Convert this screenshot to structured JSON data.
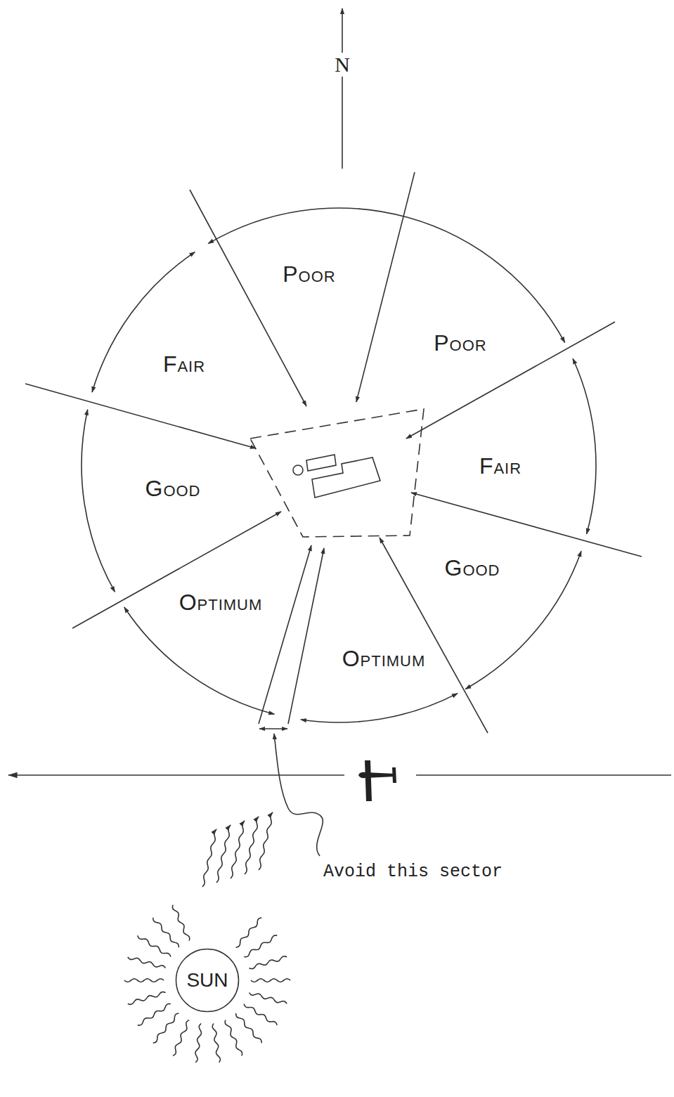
{
  "diagram": {
    "nodes": [
      {
        "text": [
          "SUN"
        ]
      }
    ],
    "labels": [
      "N",
      "Poor",
      "Poor",
      "Fair",
      "Fair",
      "Good",
      "Good",
      "Optimum",
      "Optimum",
      "Avoid this sector"
    ]
  }
}
